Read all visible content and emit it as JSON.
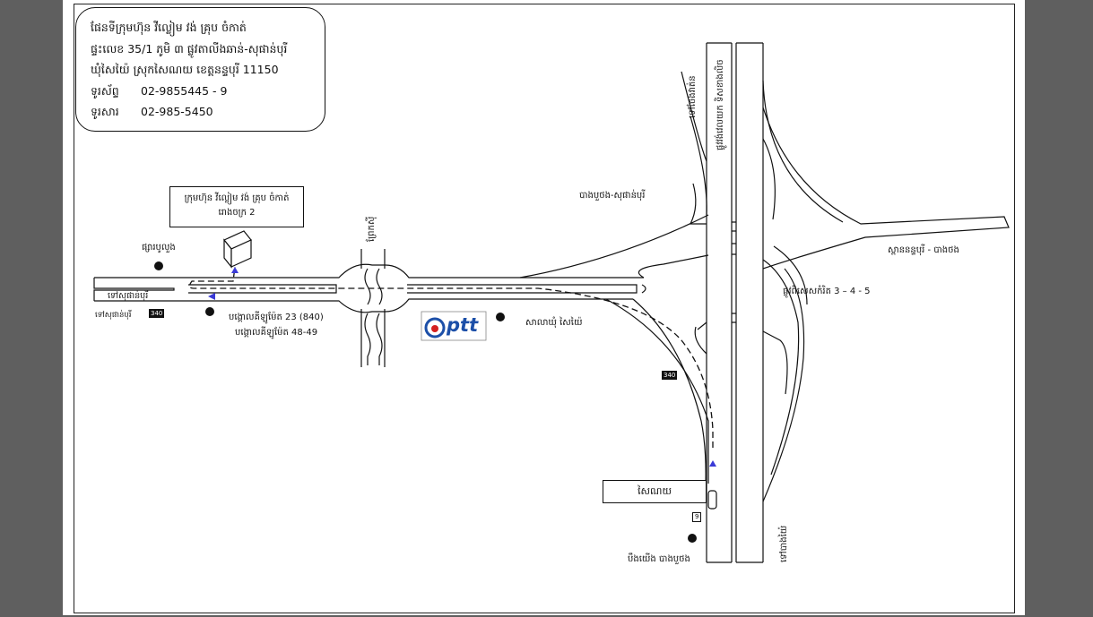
{
  "address": {
    "title": "ផែនទីក្រុមហ៊ុន វីល្លៀម វង់ គ្រុប ចំកាត់",
    "line1": "ផ្ទះលេខ 35/1 ភូមិ ៣ ផ្លូវតាលីងឆាន់-សុផាន់បុរី",
    "line2": "ឃុំសៃយ៉ៃ ស្រុកសៃណយ ខេត្តនន្ទបុរី 11150",
    "phone_label": "ទូរស័ព្ទ",
    "phone": "02-9855445 - 9",
    "fax_label": "ទូរសារ",
    "fax": "02-985-5450"
  },
  "company_box": {
    "line1": "ក្រុមហ៊ុន វីល្លៀម វង់ គ្រុប ចំកាត់",
    "line2": "រោងចក្រ 2"
  },
  "labels": {
    "market_left": "ផ្សារបូលួង",
    "to_suphan_box": "ទៅសុផាន់បុរី",
    "to_suphan_under": "ទៅសុផាន់បុរី",
    "route_badge_left": "340",
    "km_23": "បង្គោលគីឡូម៉ែត 23  (840)",
    "km_48": "បង្គោលគីឡូម៉ែត 48-49",
    "canal": "ព្រែកស៊ី",
    "ptt": "ptt",
    "sala": "សាលាឃុំ សៃយ៉ៃ",
    "bangbuathong_suphan": "បាងបួថង-សុផាន់បុរី",
    "to_chaeng": "ទៅចែងវាត់ន",
    "outer_ring": "ផ្លូវវង់វេលយក ទិសខាងលិច",
    "nonthaburi_bang": "ស្ពាននន្ទបុរី - បាងថង",
    "special_road": "ផ្លូវពិសេសកំរិត 3 – 4 - 5",
    "route_badge_mid": "340",
    "sainoi_box": "សៃណយ",
    "badge_9": "9",
    "bueng_bang": "បឹងយើង បាងបួថង",
    "to_bang_yai": "ទៅបាងយ៉ៃ"
  },
  "colors": {
    "arrow": "#3a3ad6",
    "road": "#111111",
    "background": "#5f5f5f"
  }
}
